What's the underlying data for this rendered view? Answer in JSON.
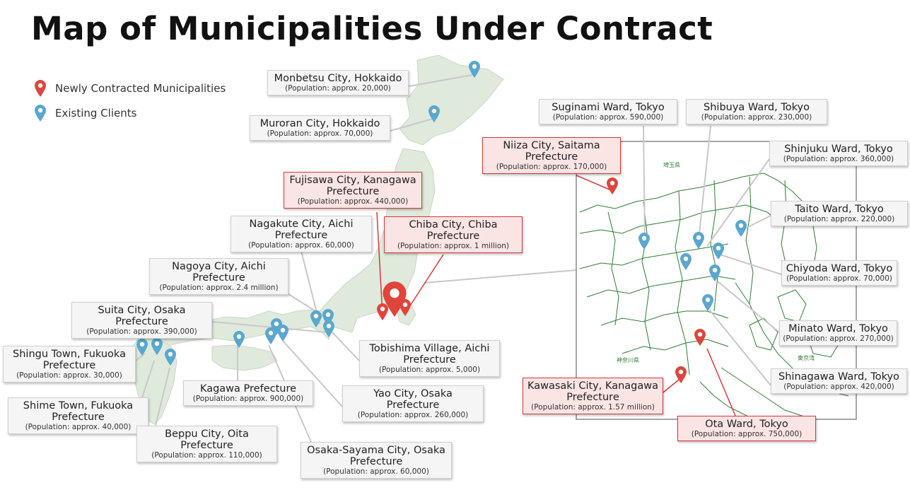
{
  "title": "Map of Municipalities Under Contract",
  "colors": {
    "new": "#e0443a",
    "existing": "#5aa7cf",
    "land": "#dfe9dc",
    "border": "#2e7d32"
  },
  "legend": {
    "new_label": "Newly Contracted Municipalities",
    "existing_label": "Existing Clients"
  },
  "inset": {
    "saitama_label": "埼玉県",
    "kanagawa_label": "神奈川県",
    "tokyo_bay_label": "東京湾"
  },
  "labels": {
    "monbetsu": {
      "name": "Monbetsu City, Hokkaido",
      "pop": "(Population: approx. 20,000)"
    },
    "muroran": {
      "name": "Muroran City, Hokkaido",
      "pop": "(Population: approx. 70,000)"
    },
    "fujisawa": {
      "name": "Fujisawa City, Kanagawa Prefecture",
      "pop": "(Population: approx. 440,000)"
    },
    "nagakute": {
      "name": "Nagakute City, Aichi Prefecture",
      "pop": "(Population: approx. 60,000)"
    },
    "chiba": {
      "name": "Chiba City, Chiba Prefecture",
      "pop": "(Population: approx. 1 million)"
    },
    "nagoya": {
      "name": "Nagoya City, Aichi Prefecture",
      "pop": "(Population: approx. 2.4 million)"
    },
    "suita": {
      "name": "Suita City, Osaka Prefecture",
      "pop": "(Population: approx. 390,000)"
    },
    "shingu": {
      "name": "Shingu Town, Fukuoka Prefecture",
      "pop": "(Population: approx. 30,000)"
    },
    "tobishima": {
      "name": "Tobishima Village, Aichi Prefecture",
      "pop": "(Population: approx. 5,000)"
    },
    "kagawa": {
      "name": "Kagawa Prefecture",
      "pop": "(Population: approx. 900,000)"
    },
    "yao": {
      "name": "Yao City, Osaka Prefecture",
      "pop": "(Population: approx. 260,000)"
    },
    "shime": {
      "name": "Shime Town, Fukuoka Prefecture",
      "pop": "(Population: approx. 40,000)"
    },
    "beppu": {
      "name": "Beppu City, Oita Prefecture",
      "pop": "(Population: approx. 110,000)"
    },
    "osakasayama": {
      "name": "Osaka-Sayama City, Osaka Prefecture",
      "pop": "(Population: approx. 60,000)"
    },
    "suginami": {
      "name": "Suginami Ward, Tokyo",
      "pop": "(Population: approx. 590,000)"
    },
    "shibuya": {
      "name": "Shibuya Ward, Tokyo",
      "pop": "(Population: approx. 230,000)"
    },
    "niiza": {
      "name": "Niiza City, Saitama Prefecture",
      "pop": "(Population: approx. 170,000)"
    },
    "shinjuku": {
      "name": "Shinjuku Ward, Tokyo",
      "pop": "(Population: approx. 360,000)"
    },
    "taito": {
      "name": "Taito Ward, Tokyo",
      "pop": "(Population: approx. 220,000)"
    },
    "chiyoda": {
      "name": "Chiyoda Ward, Tokyo",
      "pop": "(Population: approx. 70,000)"
    },
    "minato": {
      "name": "Minato Ward, Tokyo",
      "pop": "(Population: approx. 270,000)"
    },
    "shinagawa": {
      "name": "Shinagawa Ward, Tokyo",
      "pop": "(Population: approx. 420,000)"
    },
    "kawasaki": {
      "name": "Kawasaki City, Kanagawa Prefecture",
      "pop": "(Population: approx. 1.57 million)"
    },
    "ota": {
      "name": "Ota Ward, Tokyo",
      "pop": "(Population: approx. 750,000)"
    }
  }
}
